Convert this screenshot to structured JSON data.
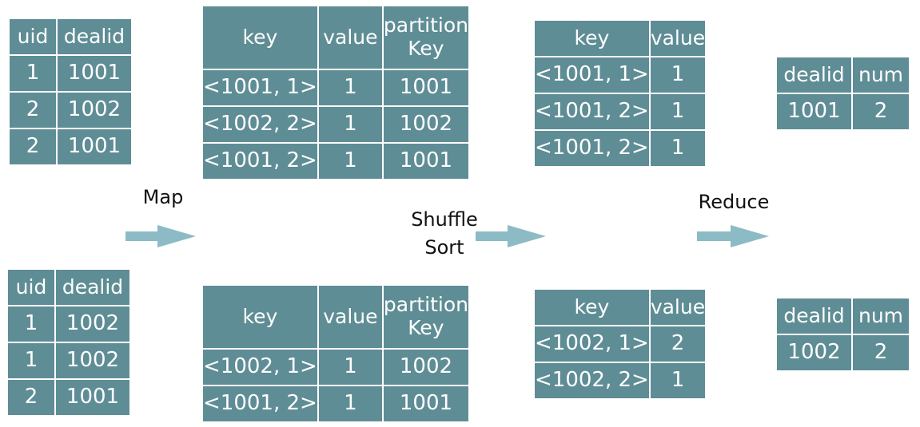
{
  "colors": {
    "table_fill": "#5f8d95",
    "table_border": "#ffffff",
    "table_text": "#ffffff",
    "arrow": "#8cbbc5",
    "label_text": "#111111"
  },
  "input_tables": [
    {
      "headers": [
        "uid",
        "dealid"
      ],
      "rows": [
        [
          "1",
          "1001"
        ],
        [
          "2",
          "1002"
        ],
        [
          "2",
          "1001"
        ]
      ]
    },
    {
      "headers": [
        "uid",
        "dealid"
      ],
      "rows": [
        [
          "1",
          "1002"
        ],
        [
          "1",
          "1002"
        ],
        [
          "2",
          "1001"
        ]
      ]
    }
  ],
  "map_tables": [
    {
      "headers": [
        "key",
        "value",
        "partition Key"
      ],
      "rows": [
        [
          "<1001, 1>",
          "1",
          "1001"
        ],
        [
          "<1002, 2>",
          "1",
          "1002"
        ],
        [
          "<1001, 2>",
          "1",
          "1001"
        ]
      ]
    },
    {
      "headers": [
        "key",
        "value",
        "partition Key"
      ],
      "rows": [
        [
          "<1002, 1>",
          "1",
          "1002"
        ],
        [
          "<1001, 2>",
          "1",
          "1001"
        ]
      ]
    }
  ],
  "shuffle_tables": [
    {
      "headers": [
        "key",
        "value"
      ],
      "rows": [
        [
          "<1001, 1>",
          "1"
        ],
        [
          "<1001, 2>",
          "1"
        ],
        [
          "<1001, 2>",
          "1"
        ]
      ]
    },
    {
      "headers": [
        "key",
        "value"
      ],
      "rows": [
        [
          "<1002, 1>",
          "2"
        ],
        [
          "<1002, 2>",
          "1"
        ]
      ]
    }
  ],
  "reduce_tables": [
    {
      "headers": [
        "dealid",
        "num"
      ],
      "rows": [
        [
          "1001",
          "2"
        ]
      ]
    },
    {
      "headers": [
        "dealid",
        "num"
      ],
      "rows": [
        [
          "1002",
          "2"
        ]
      ]
    }
  ],
  "stages": {
    "map": "Map",
    "shuffle_line1": "Shuffle",
    "shuffle_line2": "Sort",
    "reduce": "Reduce"
  },
  "icons": {
    "map_arrow": "right-arrow-icon",
    "shuffle_arrow": "right-arrow-icon",
    "reduce_arrow": "right-arrow-icon"
  }
}
